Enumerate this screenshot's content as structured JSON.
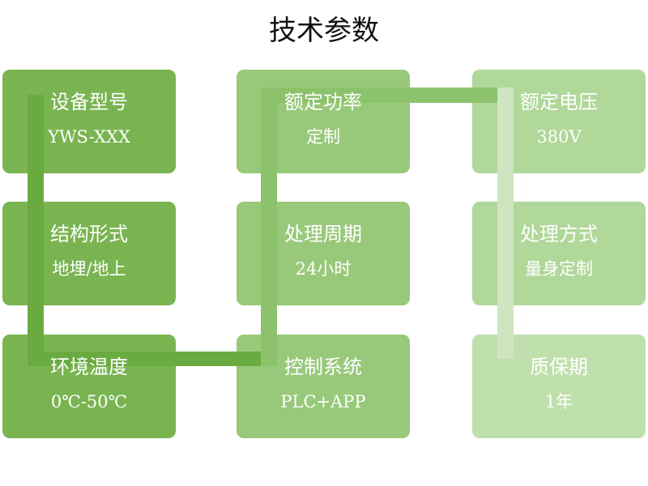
{
  "title": "技术参数",
  "colors": {
    "col1": "#79b451",
    "col2": "#98c97a",
    "col3": "#b0d89a",
    "col3_last": "#bfe0ad",
    "connector_dark": "#6aab41",
    "connector_mid": "#8cc26b",
    "connector_light": "#cfe5c1"
  },
  "cards": [
    {
      "label": "设备型号",
      "value": "YWS-XXX"
    },
    {
      "label": "结构形式",
      "value": "地埋/地上"
    },
    {
      "label": "环境温度",
      "value": "0℃-50℃"
    },
    {
      "label": "额定功率",
      "value": "定制"
    },
    {
      "label": "处理周期",
      "value": "24小时"
    },
    {
      "label": "控制系统",
      "value": "PLC+APP"
    },
    {
      "label": "额定电压",
      "value": "380V"
    },
    {
      "label": "处理方式",
      "value": "量身定制"
    },
    {
      "label": "质保期",
      "value": "1年"
    }
  ]
}
